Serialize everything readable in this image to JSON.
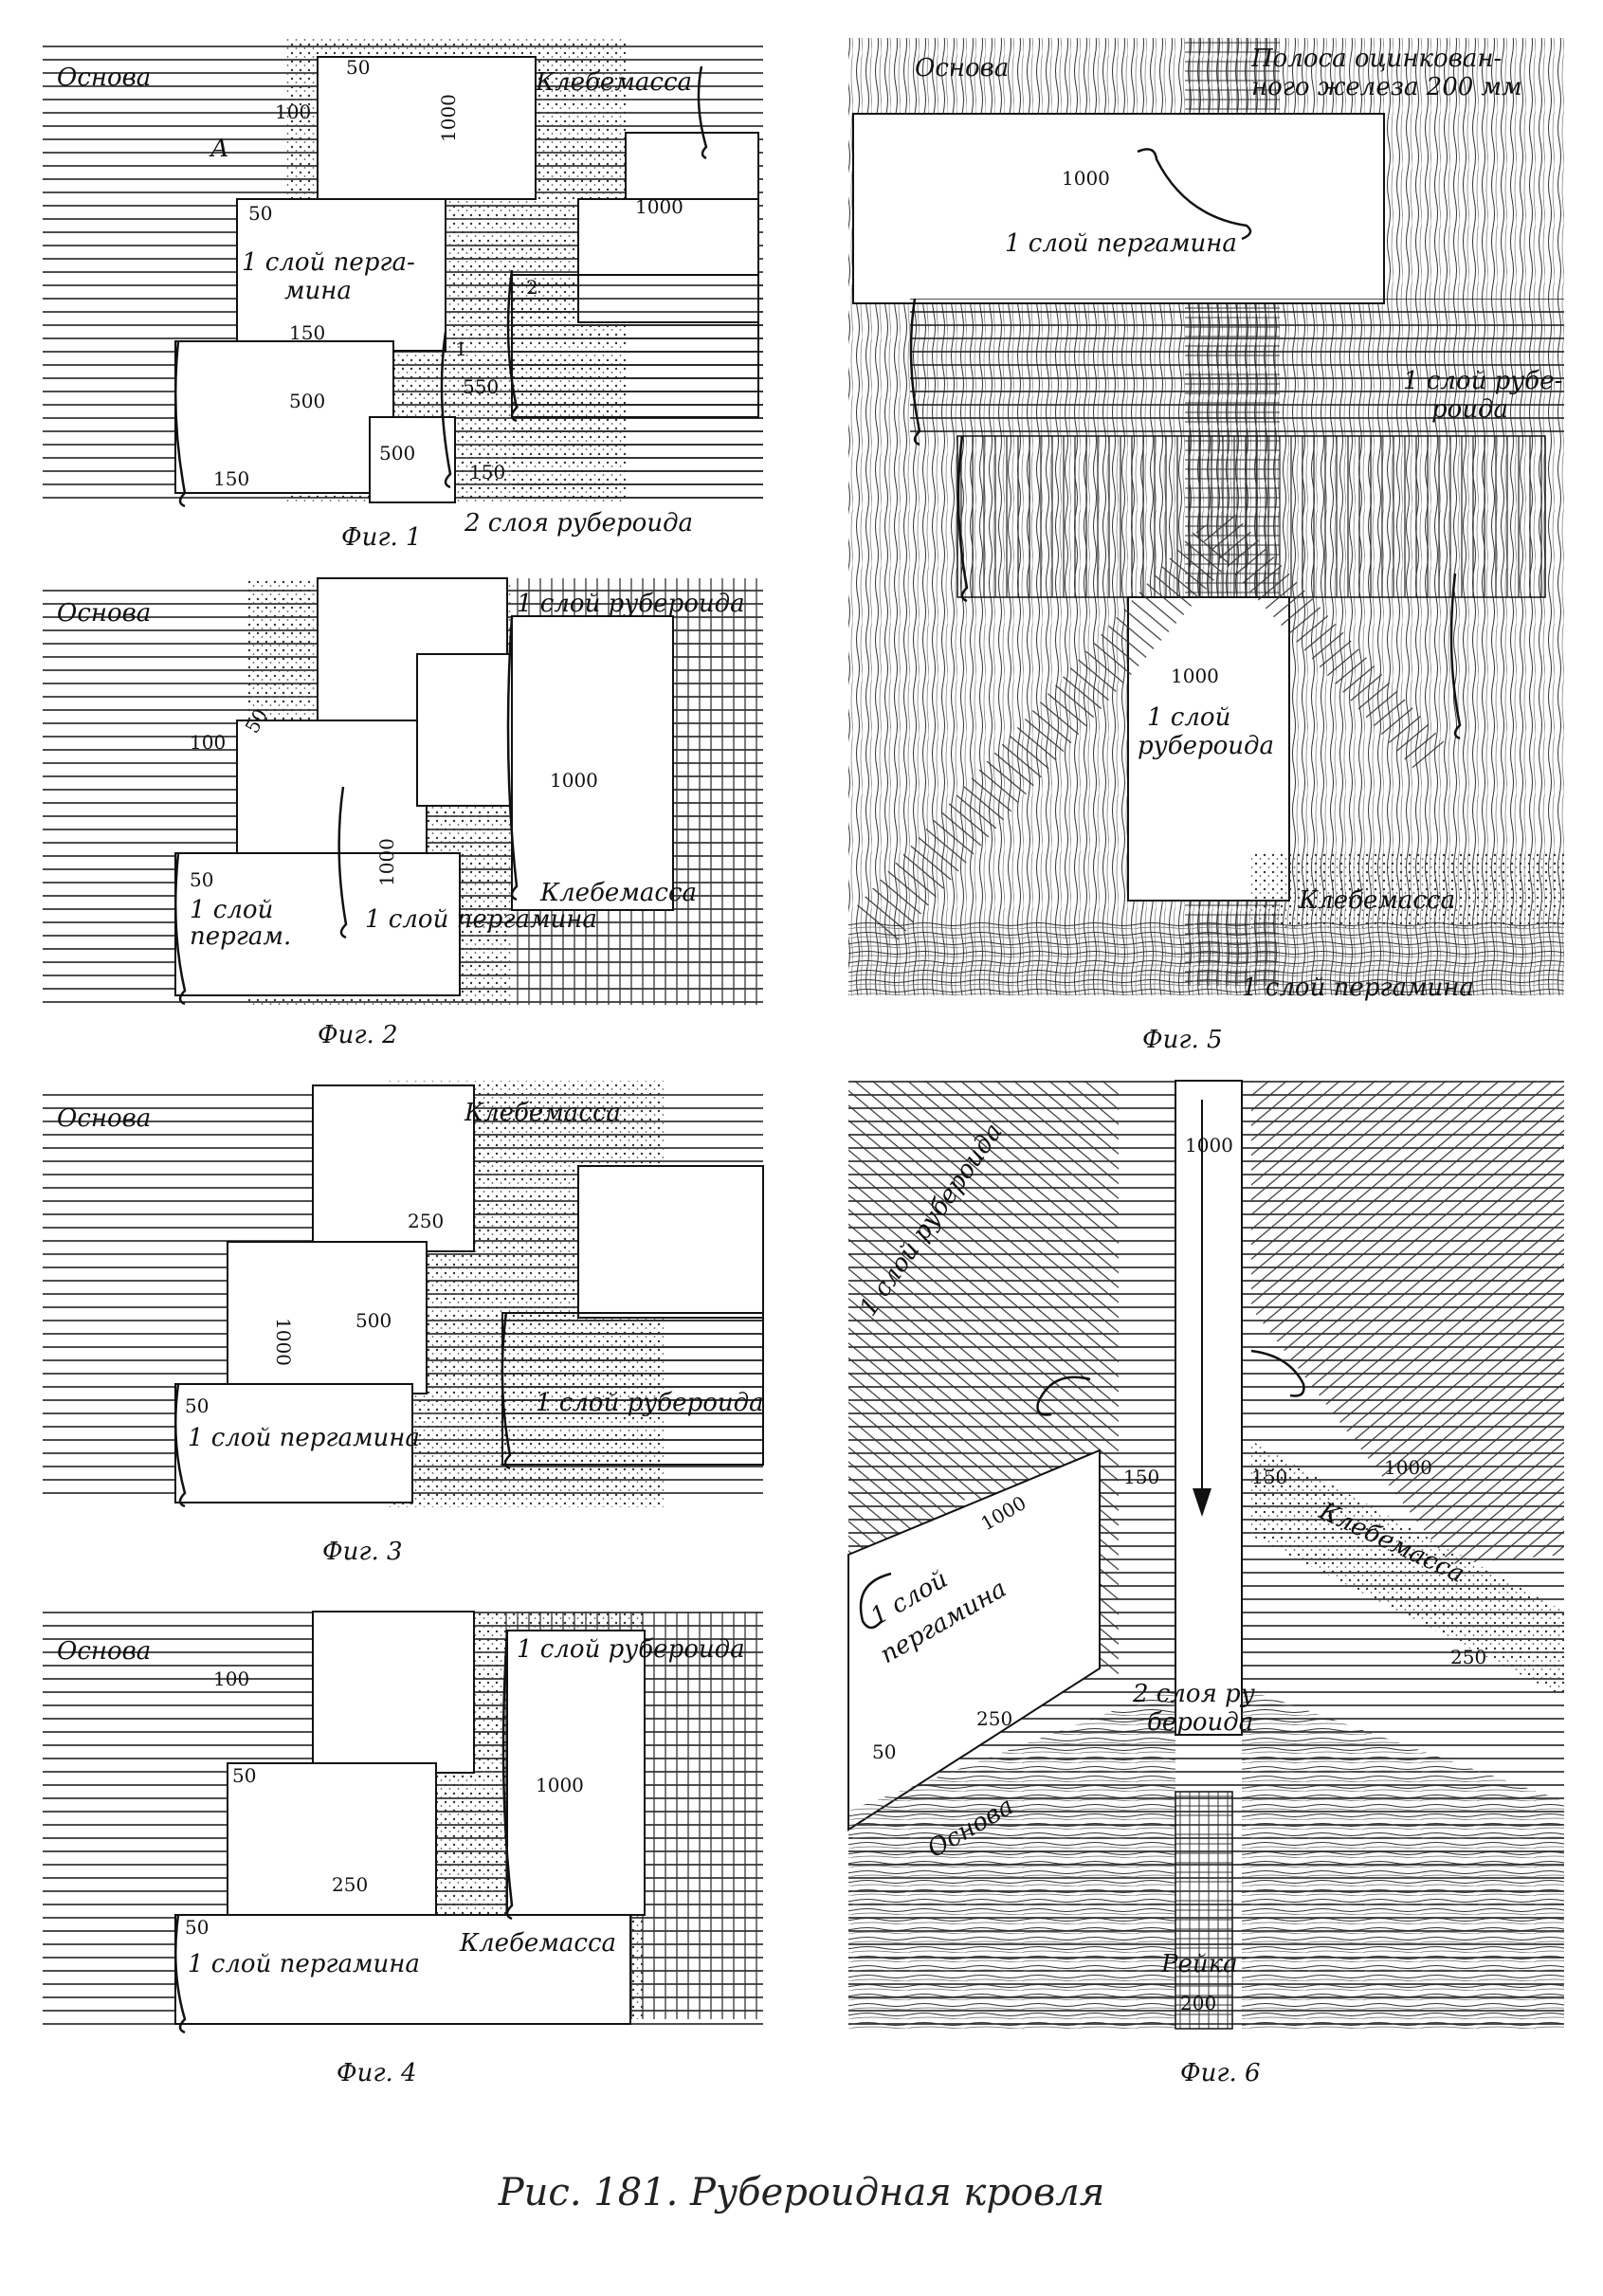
{
  "caption": "Рис. 181. Рубероидная кровля",
  "fig1": {
    "caption": "Фиг. 1",
    "labels": {
      "base": "Основа",
      "mastic": "Клебемасса",
      "pergamin_a": "1 слой перга-",
      "pergamin_b": "мина",
      "ruberoid2": "2 слоя рубероида",
      "letter_a": "А"
    },
    "dims": [
      "50",
      "100",
      "1000",
      "1000",
      "50",
      "150",
      "500",
      "550",
      "500",
      "150",
      "150",
      "2",
      "1"
    ]
  },
  "fig2": {
    "caption": "Фиг. 2",
    "labels": {
      "base": "Основа",
      "ruberoid": "1 слой рубероида",
      "mastic": "Клебемасса",
      "pergamin": "1 слой пергамина",
      "pergam_a": "1 слой",
      "pergam_b": "пергам."
    },
    "dims": [
      "50",
      "100",
      "1000",
      "1000",
      "50"
    ]
  },
  "fig3": {
    "caption": "Фиг. 3",
    "labels": {
      "base": "Основа",
      "mastic": "Клебемасса",
      "ruberoid": "1 слой рубероида",
      "pergamin": "1 слой пергамина"
    },
    "dims": [
      "250",
      "1000",
      "500",
      "50"
    ]
  },
  "fig4": {
    "caption": "Фиг. 4",
    "labels": {
      "base": "Основа",
      "ruberoid": "1 слой рубероида",
      "mastic": "Клебемасса",
      "pergamin": "1 слой пергамина"
    },
    "dims": [
      "100",
      "50",
      "1000",
      "250",
      "50"
    ]
  },
  "fig5": {
    "caption": "Фиг. 5",
    "labels": {
      "base": "Основа",
      "strip_a": "Полоса оцинкован-",
      "strip_b": "ного железа 200 мм",
      "pergamin_top": "1 слой пергамина",
      "ruberoid_a": "1 слой рубе-",
      "ruberoid_b": "роида",
      "ruberoid_c": "1 слой",
      "ruberoid_d": "рубероида",
      "mastic": "Клебемасса",
      "pergamin_bottom": "1 слой пергамина"
    },
    "dims": [
      "1000",
      "1000"
    ]
  },
  "fig6": {
    "caption": "Фиг. 6",
    "labels": {
      "ruberoid": "1 слой рубероида",
      "pergamin_a": "1 слой",
      "pergamin_b": "пергамина",
      "mastic": "Клебемасса",
      "ruberoid2_a": "2 слоя ру",
      "ruberoid2_b": "бероида",
      "base": "Основа",
      "rail": "Рейка"
    },
    "dims": [
      "1000",
      "150",
      "150",
      "1000",
      "1000",
      "250",
      "250",
      "50",
      "200"
    ]
  }
}
